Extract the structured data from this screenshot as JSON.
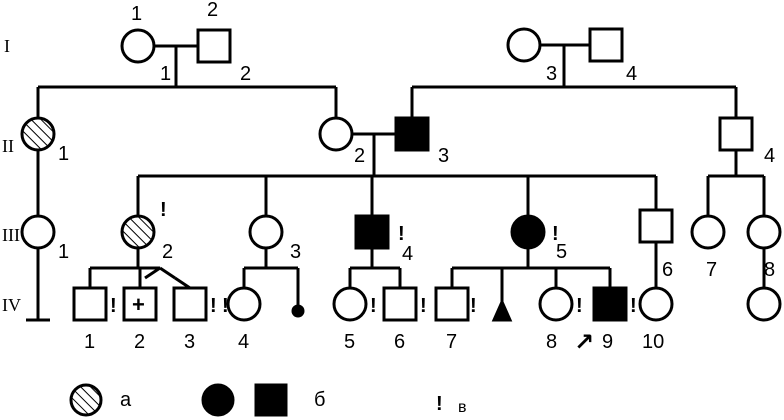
{
  "generations": [
    "I",
    "II",
    "III",
    "IV"
  ],
  "gen1": {
    "left_wife": "1",
    "left_husband": "2",
    "left_couple_left": "1",
    "left_couple_right": "2",
    "right_couple_left": "3",
    "right_couple_right": "4"
  },
  "gen2": {
    "carrier": "1",
    "mother": "2",
    "father": "3",
    "brother": "4"
  },
  "gen3": {
    "husband": "1",
    "carrier": "2",
    "daughter3": "3",
    "son4": "4",
    "daughter5": "5",
    "son6": "6",
    "cousin7": "7",
    "cousin8": "8"
  },
  "gen4": [
    "1",
    "2",
    "3",
    "4",
    "5",
    "6",
    "7",
    "8",
    "9",
    "10"
  ],
  "marks": {
    "examined": "!"
  },
  "symbols": {
    "plus": "+",
    "arrow": "↗"
  },
  "legend": {
    "a": "а",
    "b": "б",
    "c": "в"
  }
}
